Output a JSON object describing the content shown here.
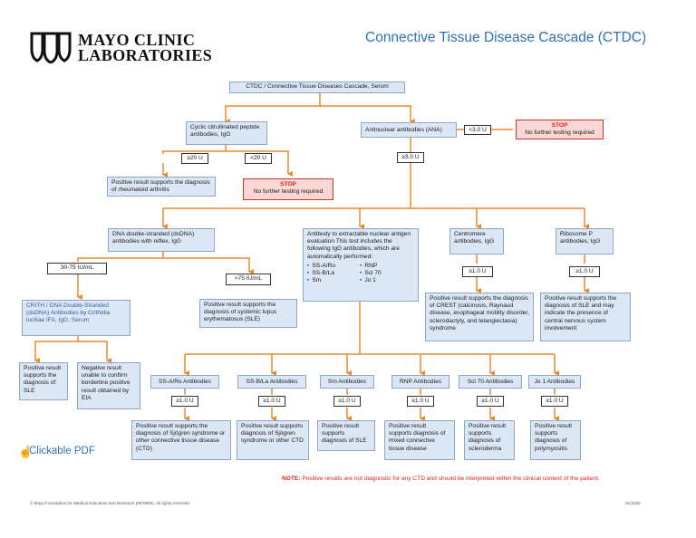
{
  "logo": {
    "line1": "MAYO CLINIC",
    "line2": "LABORATORIES"
  },
  "title": "Connective Tissue Disease Cascade (CTDC)",
  "nodes": {
    "root": "CTDC / Connective Tissue Diseases Cascade, Serum",
    "ccp": "Cyclic citrullinated peptide antibodies, IgG",
    "ana": "Antinuclear antibodies (ANA)",
    "ra_positive": "Positive result supports the diagnosis of rheumatoid arthritis",
    "dsdna": "DNA double-stranded (dsDNA) antibodies with reflex, IgG",
    "ena": "Antibody to extractable nuclear antigen evaluation This test includes the following IgG antibodies, which are automatically performed:",
    "ena_items_left": [
      "SS-A/Ro",
      "SS-B/La",
      "Sm"
    ],
    "ena_items_right": [
      "RNP",
      "Scl 70",
      "Jo 1"
    ],
    "centromere": "Centromere antibodies, IgG",
    "ribosome": "Ribosome P antibodies, IgG",
    "crithidia": "CRITH / DNA Double-Stranded (dsDNA) Antibodies by Crithidia luciliae IFA, IgG, Serum",
    "sle_positive": "Positive result supports the diagnosis of systemic lupus erythematosus (SLE)",
    "crith_positive": "Positive result supports the diagnosis of SLE",
    "crith_negative": "Negative result unable to confirm borderline positive result obtained by EIA",
    "centromere_positive": "Positive result supports the diagnosis of CREST (calcinosis, Raynaud disease, esophageal motility disorder, sclerodactyly, and telangiectasia) syndrome",
    "ribosome_positive": "Positive result supports the diagnosis of SLE and may indicate the presence of central nervous system involvement"
  },
  "conditions": {
    "ana_low": "<3.0 U",
    "ana_high": "≥3.0 U",
    "ccp_high": "≥20 U",
    "ccp_low": "<20 U",
    "dsdna_mid": "30-75 IU/mL",
    "dsdna_high": ">75 IU/mL",
    "centromere": "≥1.0 U",
    "ribosome": "≥1.0 U"
  },
  "stop": {
    "label": "STOP",
    "text": "No further testing required"
  },
  "antibodies": [
    {
      "name": "SS-A/Ro Antibodies",
      "cond": "≥1.0 U",
      "result": "Positive result supports the diagnosis of Sjögren syndrome or other connective tissue disease (CTD)"
    },
    {
      "name": "SS-B/La Antibodies",
      "cond": "≥1.0 U",
      "result": "Positive result supports diagnosis of Sjögren syndrome or other CTD"
    },
    {
      "name": "Sm Antibodies",
      "cond": "≥1.0 U",
      "result": "Positive result supports diagnosis of SLE"
    },
    {
      "name": "RNP Antibodies",
      "cond": "≥1.0 U",
      "result": "Positive result supports diagnosis of mixed connective tissue disease"
    },
    {
      "name": "Scl 70 Antibodies",
      "cond": "≥1.0 U",
      "result": "Positive result supports diagnosis of scleroderma"
    },
    {
      "name": "Jo 1 Antibodies",
      "cond": "≥1.0 U",
      "result": "Positive result supports diagnosis of polymyositis"
    }
  ],
  "clickable_pdf": "Clickable PDF",
  "note_label": "NOTE:",
  "note_text": "Positive results are not diagnostic for any CTD and should be interpreted within the clinical context of the patient.",
  "copyright": "© Mayo Foundation for Medical Education and Research (MFMER). All rights reserved.",
  "date": "01/2020",
  "colors": {
    "line": "#e8892b",
    "box": "#dce7f5",
    "title": "#2f72b8",
    "stop": "#d9261c"
  }
}
